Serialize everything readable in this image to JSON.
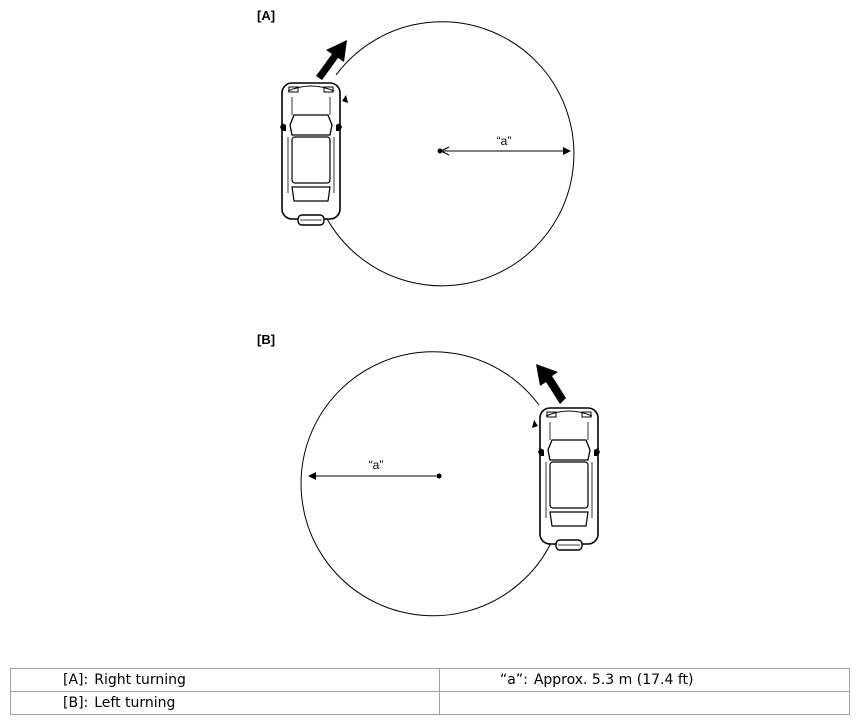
{
  "figure": {
    "label_a": "[A]",
    "label_b": "[B]",
    "dimension_a": "“a”",
    "dimension_b": "“a”"
  },
  "legend": {
    "rows": [
      {
        "key": "[A]:",
        "text": "Right turning",
        "key2": "“a”:",
        "text2": "Approx. 5.3 m (17.4 ft)"
      },
      {
        "key": "[B]:",
        "text": "Left turning",
        "key2": "",
        "text2": ""
      }
    ]
  },
  "colors": {
    "line": "#000000",
    "table_border": "#a0a0a0"
  }
}
